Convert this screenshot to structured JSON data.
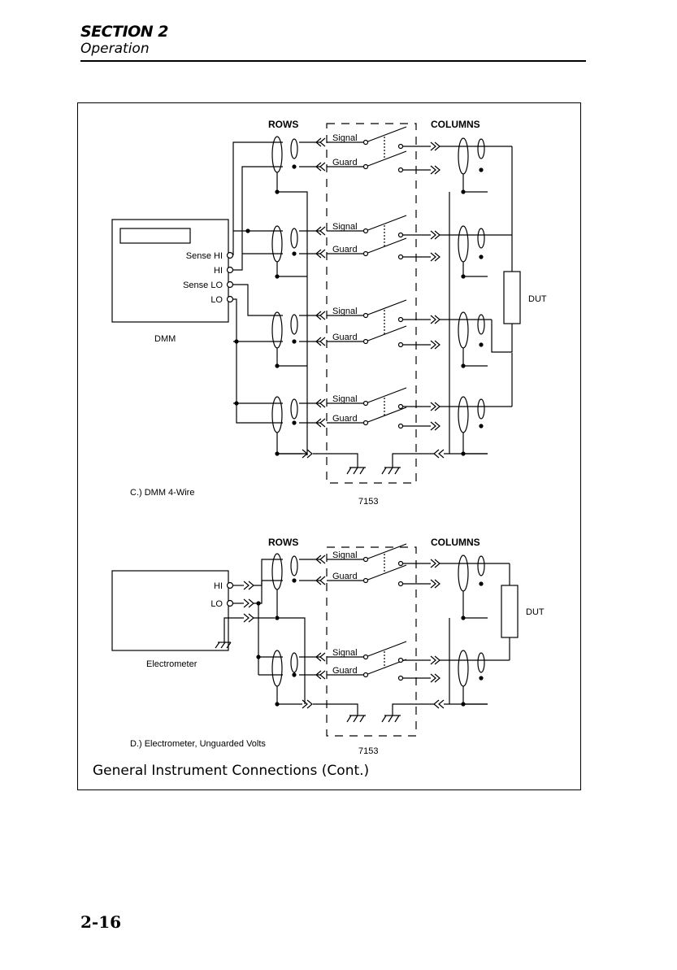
{
  "header": {
    "section": "SECTION 2",
    "subtitle": "Operation"
  },
  "diagram_c": {
    "rows_label": "ROWS",
    "columns_label": "COLUMNS",
    "signal_label": "Signal",
    "guard_label": "Guard",
    "dmm_terminals": [
      "Sense HI",
      "HI",
      "Sense LO",
      "LO"
    ],
    "dmm_label": "DMM",
    "dut_label": "DUT",
    "scanner_label": "7153",
    "caption": "C.)  DMM 4-Wire"
  },
  "diagram_d": {
    "rows_label": "ROWS",
    "columns_label": "COLUMNS",
    "signal_label": "Signal",
    "guard_label": "Guard",
    "electrometer_terminals": [
      "HI",
      "LO"
    ],
    "electrometer_label": "Electrometer",
    "dut_label": "DUT",
    "scanner_label": "7153",
    "caption": "D.)  Electrometer, Unguarded Volts"
  },
  "figure_caption": "General Instrument Connections (Cont.)",
  "page_number": "2-16"
}
